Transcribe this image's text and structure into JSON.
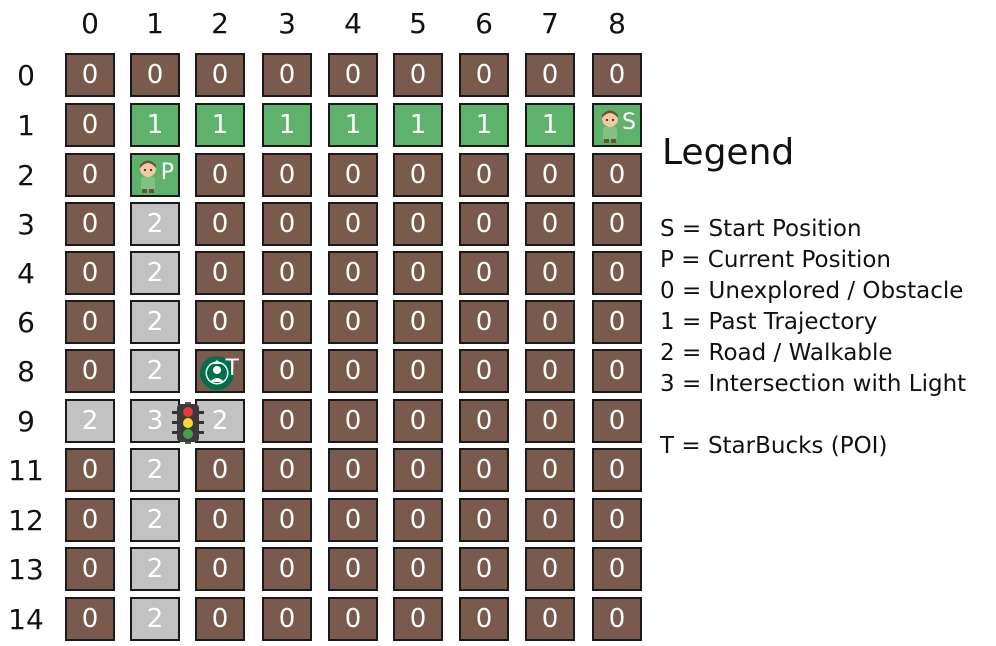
{
  "grid": {
    "col_headers": [
      "0",
      "1",
      "2",
      "3",
      "4",
      "5",
      "6",
      "7",
      "8"
    ],
    "rows": [
      {
        "label": "0",
        "cells": [
          "0",
          "0",
          "0",
          "0",
          "0",
          "0",
          "0",
          "0",
          "0"
        ]
      },
      {
        "label": "1",
        "cells": [
          "0",
          "1",
          "1",
          "1",
          "1",
          "1",
          "1",
          "1",
          ""
        ]
      },
      {
        "label": "2",
        "cells": [
          "0",
          "",
          "0",
          "0",
          "0",
          "0",
          "0",
          "0",
          "0"
        ]
      },
      {
        "label": "3",
        "cells": [
          "0",
          "2",
          "0",
          "0",
          "0",
          "0",
          "0",
          "0",
          "0"
        ]
      },
      {
        "label": "4",
        "cells": [
          "0",
          "2",
          "0",
          "0",
          "0",
          "0",
          "0",
          "0",
          "0"
        ]
      },
      {
        "label": "6",
        "cells": [
          "0",
          "2",
          "0",
          "0",
          "0",
          "0",
          "0",
          "0",
          "0"
        ]
      },
      {
        "label": "8",
        "cells": [
          "0",
          "2",
          "",
          "0",
          "0",
          "0",
          "0",
          "0",
          "0"
        ]
      },
      {
        "label": "9",
        "cells": [
          "2",
          "3",
          "2",
          "0",
          "0",
          "0",
          "0",
          "0",
          "0"
        ]
      },
      {
        "label": "11",
        "cells": [
          "0",
          "2",
          "0",
          "0",
          "0",
          "0",
          "0",
          "0",
          "0"
        ]
      },
      {
        "label": "12",
        "cells": [
          "0",
          "2",
          "0",
          "0",
          "0",
          "0",
          "0",
          "0",
          "0"
        ]
      },
      {
        "label": "13",
        "cells": [
          "0",
          "2",
          "0",
          "0",
          "0",
          "0",
          "0",
          "0",
          "0"
        ]
      },
      {
        "label": "14",
        "cells": [
          "0",
          "2",
          "0",
          "0",
          "0",
          "0",
          "0",
          "0",
          "0"
        ]
      }
    ],
    "cell_types": [
      [
        0,
        0,
        0,
        0,
        0,
        0,
        0,
        0,
        0
      ],
      [
        0,
        1,
        1,
        1,
        1,
        1,
        1,
        1,
        1
      ],
      [
        0,
        1,
        0,
        0,
        0,
        0,
        0,
        0,
        0
      ],
      [
        0,
        2,
        0,
        0,
        0,
        0,
        0,
        0,
        0
      ],
      [
        0,
        2,
        0,
        0,
        0,
        0,
        0,
        0,
        0
      ],
      [
        0,
        2,
        0,
        0,
        0,
        0,
        0,
        0,
        0
      ],
      [
        0,
        2,
        0,
        0,
        0,
        0,
        0,
        0,
        0
      ],
      [
        2,
        3,
        2,
        0,
        0,
        0,
        0,
        0,
        0
      ],
      [
        0,
        2,
        0,
        0,
        0,
        0,
        0,
        0,
        0
      ],
      [
        0,
        2,
        0,
        0,
        0,
        0,
        0,
        0,
        0
      ],
      [
        0,
        2,
        0,
        0,
        0,
        0,
        0,
        0,
        0
      ],
      [
        0,
        2,
        0,
        0,
        0,
        0,
        0,
        0,
        0
      ]
    ],
    "markers": {
      "start": {
        "row": 1,
        "col": 8,
        "tag": "S",
        "icon": "person-icon"
      },
      "current": {
        "row": 2,
        "col": 1,
        "tag": "P",
        "icon": "person-icon"
      },
      "poi": {
        "row": 6,
        "col": 2,
        "tag": "T",
        "icon": "starbucks-icon"
      },
      "intersection": {
        "row": 7,
        "col": 1,
        "icon": "traffic-light-icon"
      }
    }
  },
  "colors": {
    "unexplored": "#7a5a4d",
    "trajectory": "#5eb26b",
    "road": "#c2c2c2",
    "border": "#1a1a1a"
  },
  "legend": {
    "title": "Legend",
    "items": [
      "S = Start Position",
      "P = Current Position",
      "0 = Unexplored / Obstacle",
      "1 = Past Trajectory",
      "2 = Road / Walkable",
      "3 = Intersection with Light",
      "T = StarBucks (POI)"
    ]
  }
}
